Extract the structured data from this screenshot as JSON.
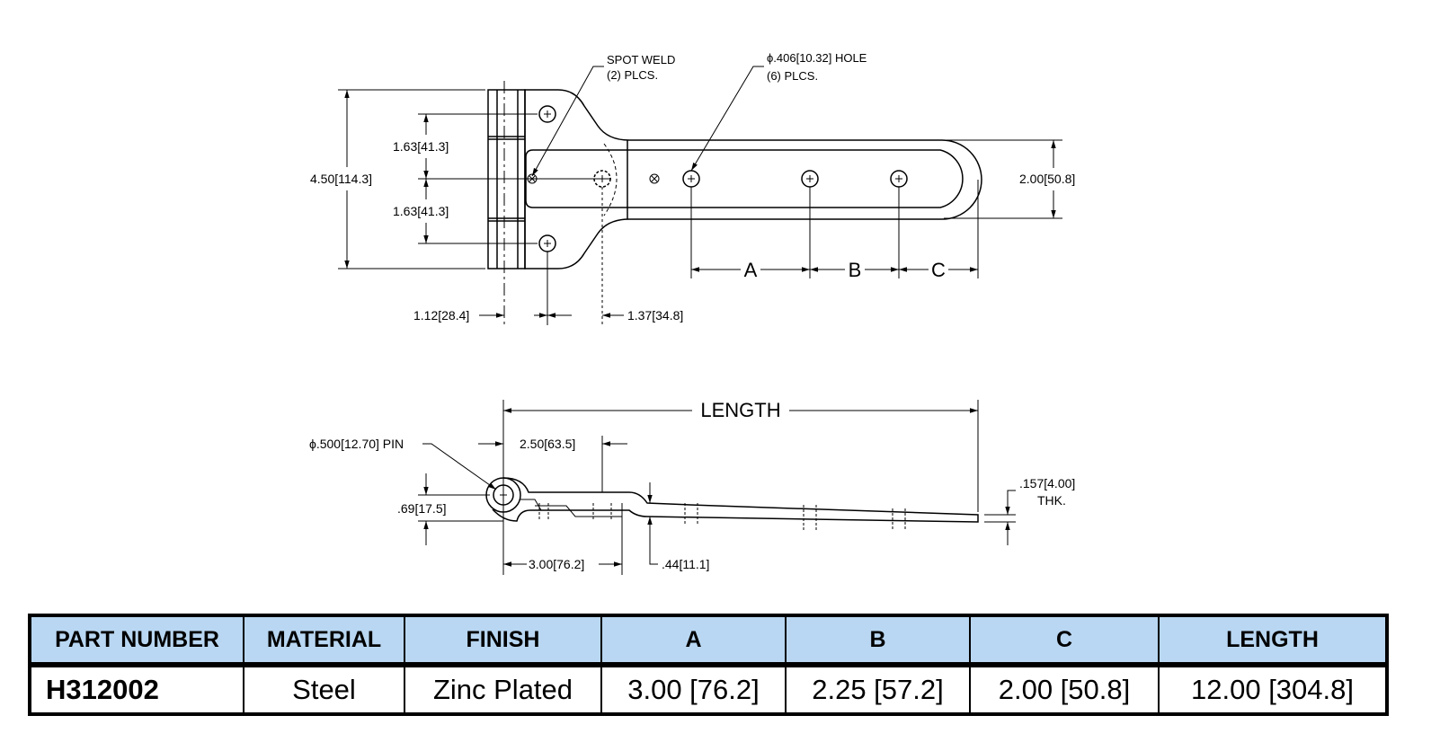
{
  "top_view": {
    "callout_spot_weld": [
      "SPOT WELD",
      "(2) PLCS."
    ],
    "callout_hole": [
      "ϕ.406[10.32] HOLE",
      "(6) PLCS."
    ],
    "dim_overall_height": "4.50[114.3]",
    "dim_upper_hole": "1.63[41.3]",
    "dim_lower_hole": "1.63[41.3]",
    "dim_strap_width": "2.00[50.8]",
    "dim_leaf_width": "1.12[28.4]",
    "dim_pin_to_hole": "1.37[34.8]",
    "label_a": "A",
    "label_b": "B",
    "label_c": "C"
  },
  "side_view": {
    "label_length": "LENGTH",
    "dim_pin": "ϕ.500[12.70] PIN",
    "dim_offset": "2.50[63.5]",
    "dim_height": ".69[17.5]",
    "dim_span": "3.00[76.2]",
    "dim_drop": ".44[11.1]",
    "dim_thickness": [
      ".157[4.00]",
      "THK."
    ]
  },
  "spec_table": {
    "headers": [
      "PART NUMBER",
      "MATERIAL",
      "FINISH",
      "A",
      "B",
      "C",
      "LENGTH"
    ],
    "row": [
      "H312002",
      "Steel",
      "Zinc Plated",
      "3.00 [76.2]",
      "2.25 [57.2]",
      "2.00 [50.8]",
      "12.00 [304.8]"
    ]
  },
  "colors": {
    "header_fill": "#b9d7f2",
    "line": "#000000"
  }
}
